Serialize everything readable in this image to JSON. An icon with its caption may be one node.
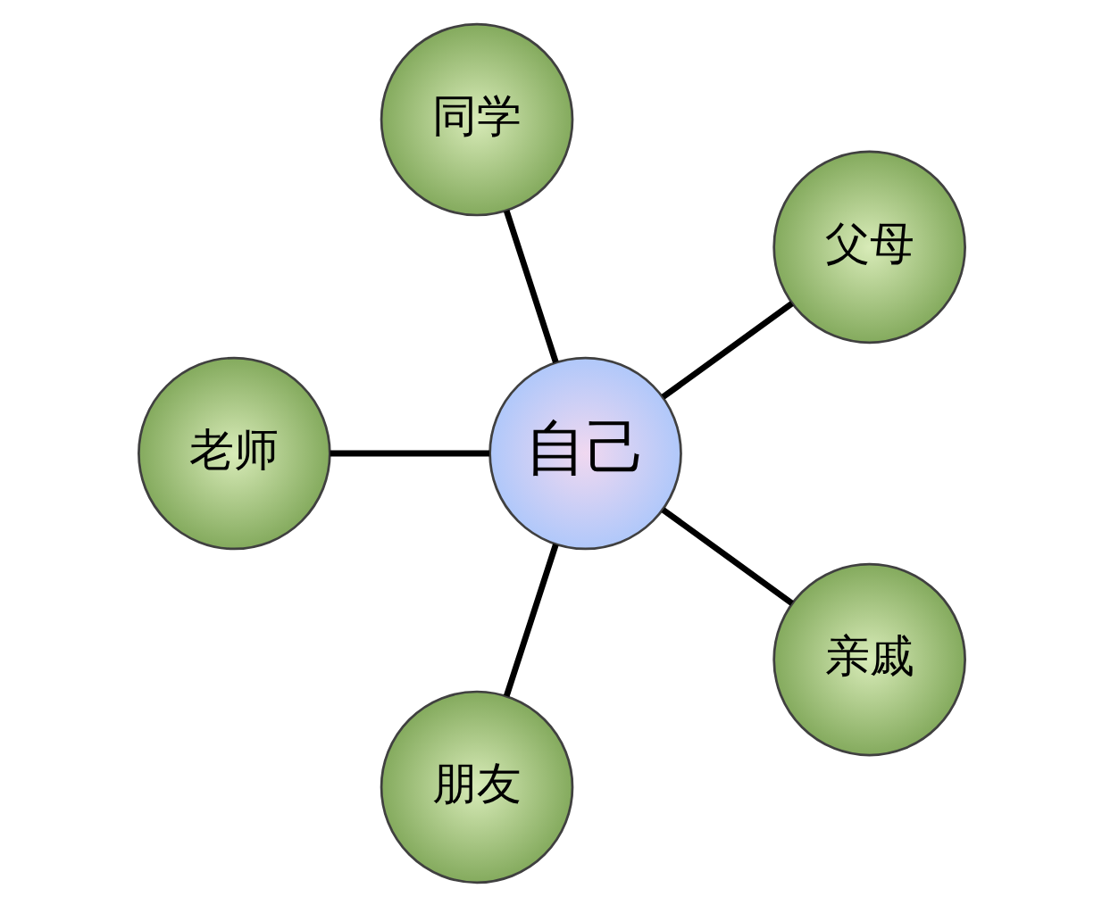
{
  "diagram": {
    "nodes": [
      {
        "text": [
          "父母"
        ]
      },
      {
        "text": [
          "同学"
        ]
      },
      {
        "text": [
          "老师"
        ]
      },
      {
        "text": [
          "自己"
        ]
      },
      {
        "text": [
          "朋友"
        ]
      },
      {
        "text": [
          "亲戚"
        ]
      }
    ],
    "edges": [
      {
        "from": 3,
        "to": 0,
        "arrow": "none"
      },
      {
        "from": 3,
        "to": 2,
        "arrow": "none"
      },
      {
        "from": 3,
        "to": 5,
        "arrow": "none"
      },
      {
        "from": 3,
        "to": 4,
        "arrow": "none"
      },
      {
        "from": 3,
        "to": 1,
        "arrow": "none"
      }
    ]
  }
}
